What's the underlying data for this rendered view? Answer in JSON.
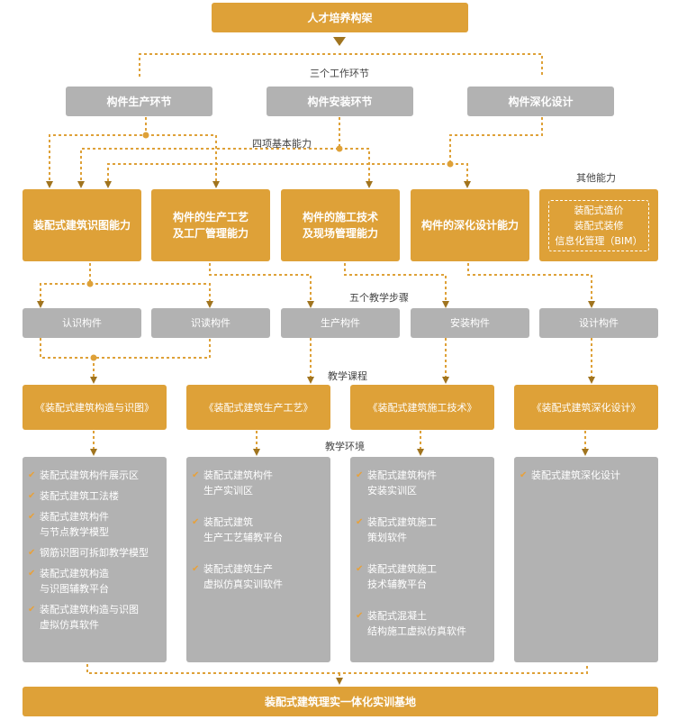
{
  "title": "人才培养构架",
  "labels": {
    "work_links": "三个工作环节",
    "abilities": "四项基本能力",
    "other": "其他能力",
    "steps": "五个教学步骤",
    "courses": "教学课程",
    "environment": "教学环境"
  },
  "work_links": [
    "构件生产环节",
    "构件安装环节",
    "构件深化设计"
  ],
  "abilities": [
    "装配式建筑识图能力",
    "构件的生产工艺\n及工厂管理能力",
    "构件的施工技术\n及现场管理能力",
    "构件的深化设计能力"
  ],
  "other_ability": "装配式造价\n装配式装修\n信息化管理（BIM）",
  "steps": [
    "认识构件",
    "识读构件",
    "生产构件",
    "安装构件",
    "设计构件"
  ],
  "courses": [
    "《装配式建筑构造与识图》",
    "《装配式建筑生产工艺》",
    "《装配式建筑施工技术》",
    "《装配式建筑深化设计》"
  ],
  "environments": [
    [
      "装配式建筑构件展示区",
      "装配式建筑工法楼",
      "装配式建筑构件\n与节点教学模型",
      "钢筋识图可拆卸教学模型",
      "装配式建筑构造\n与识图辅教平台",
      "装配式建筑构造与识图\n虚拟仿真软件"
    ],
    [
      "装配式建筑构件\n生产实训区",
      "装配式建筑\n生产工艺辅教平台",
      "装配式建筑生产\n虚拟仿真实训软件"
    ],
    [
      "装配式建筑构件\n安装实训区",
      "装配式建筑施工\n策划软件",
      "装配式建筑施工\n技术辅教平台",
      "装配式混凝土\n结构施工虚拟仿真软件"
    ],
    [
      "装配式建筑深化设计"
    ]
  ],
  "base": "装配式建筑理实一体化实训基地",
  "colors": {
    "accent": "#dea138",
    "grey": "#b2b2b2",
    "check": "#e8a13a"
  }
}
